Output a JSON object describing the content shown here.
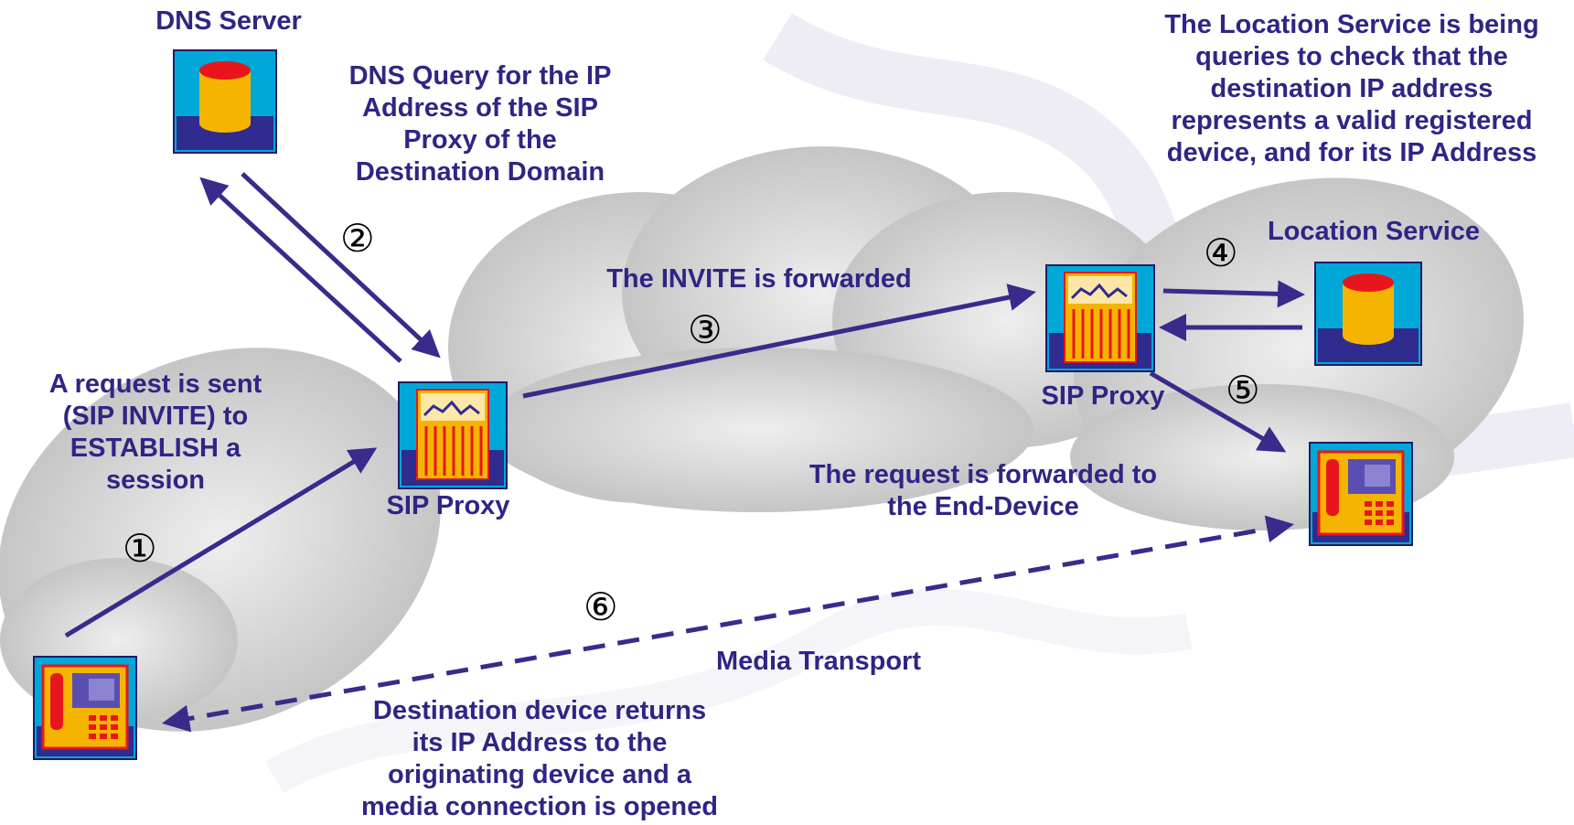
{
  "colors": {
    "label": "#2e2585",
    "arrow": "#3a2a8c",
    "cloud": "#c9c9c9",
    "icon_frame": "#00a8d8",
    "icon_base": "#2f2b8f",
    "db_top": "#e8161c",
    "db_body": "#f5b400"
  },
  "icons": {
    "dns_server": "database-icon",
    "location_service": "database-icon",
    "proxy_a": "sip-proxy-icon",
    "proxy_b": "sip-proxy-icon",
    "caller_phone": "phone-icon",
    "callee_phone": "phone-icon"
  },
  "labels": {
    "dns_server": "DNS Server",
    "dns_query": "DNS Query for the IP\nAddress of the SIP\nProxy of the\nDestination Domain",
    "location_note": "The Location Service is being\nqueries to check that the\ndestination IP address\nrepresents a valid registered\ndevice, and for its IP Address",
    "location_service": "Location Service",
    "invite_forwarded": "The INVITE is forwarded",
    "request_sent": "A request is sent\n(SIP INVITE) to\nESTABLISH a\nsession",
    "sip_proxy_a": "SIP Proxy",
    "sip_proxy_b": "SIP Proxy",
    "forwarded_end": "The request is forwarded to\nthe End-Device",
    "media_transport": "Media Transport",
    "returns_ip": "Destination device returns\nits IP Address to the\noriginating device and a\nmedia connection is opened"
  },
  "steps": [
    "①",
    "②",
    "③",
    "④",
    "⑤",
    "⑥"
  ]
}
